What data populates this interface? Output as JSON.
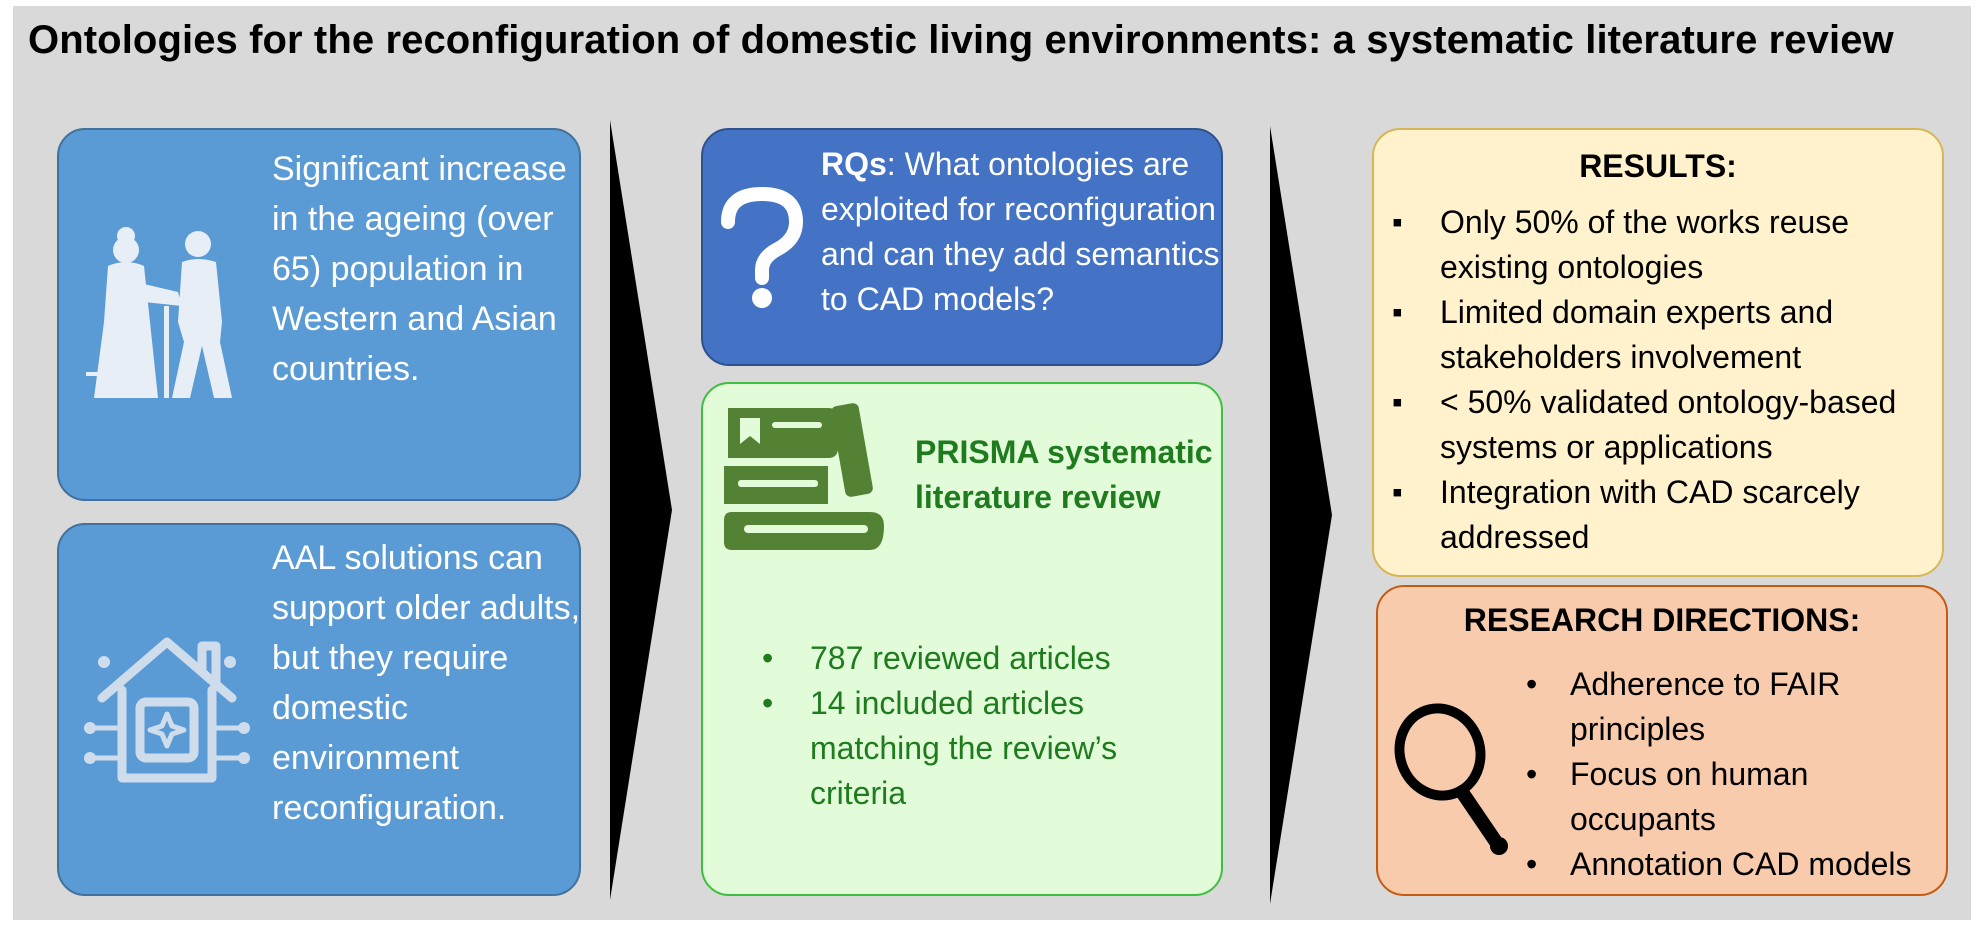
{
  "title": "Ontologies for the reconfiguration of domestic living environments: a systematic literature review",
  "context": {
    "ageing": "Significant increase in the ageing (over 65) population in Western and Asian countries.",
    "aal": "AAL solutions can support older adults, but they require domestic environment reconfiguration."
  },
  "rq": {
    "label": "RQs",
    "text": ": What ontologies are exploited for reconfiguration and can they add semantics to CAD models?"
  },
  "prisma": {
    "title": "PRISMA systematic literature review",
    "items": [
      "787 reviewed articles",
      "14 included articles matching the review’s criteria"
    ]
  },
  "results": {
    "heading": "RESULTS:",
    "items": [
      "Only 50% of the works reuse existing ontologies",
      "Limited domain experts and stakeholders involvement",
      "< 50% validated ontology-based systems or applications",
      "Integration with CAD scarcely addressed"
    ]
  },
  "research": {
    "heading": "RESEARCH DIRECTIONS:",
    "items": [
      "Adherence to FAIR principles",
      "Focus on human occupants",
      "Annotation CAD models"
    ]
  },
  "icons": [
    "elderly-couple-icon",
    "smart-home-icon",
    "question-mark-icon",
    "books-icon",
    "magnifier-icon"
  ],
  "colors": {
    "background": "#d9d9d9",
    "context_box": "#5b9bd5",
    "rq_box": "#4472c4",
    "prisma_box": "#e2fbd9",
    "prisma_text": "#1e7b1e",
    "results_box": "#fff2cc",
    "research_box": "#f8cbad"
  }
}
